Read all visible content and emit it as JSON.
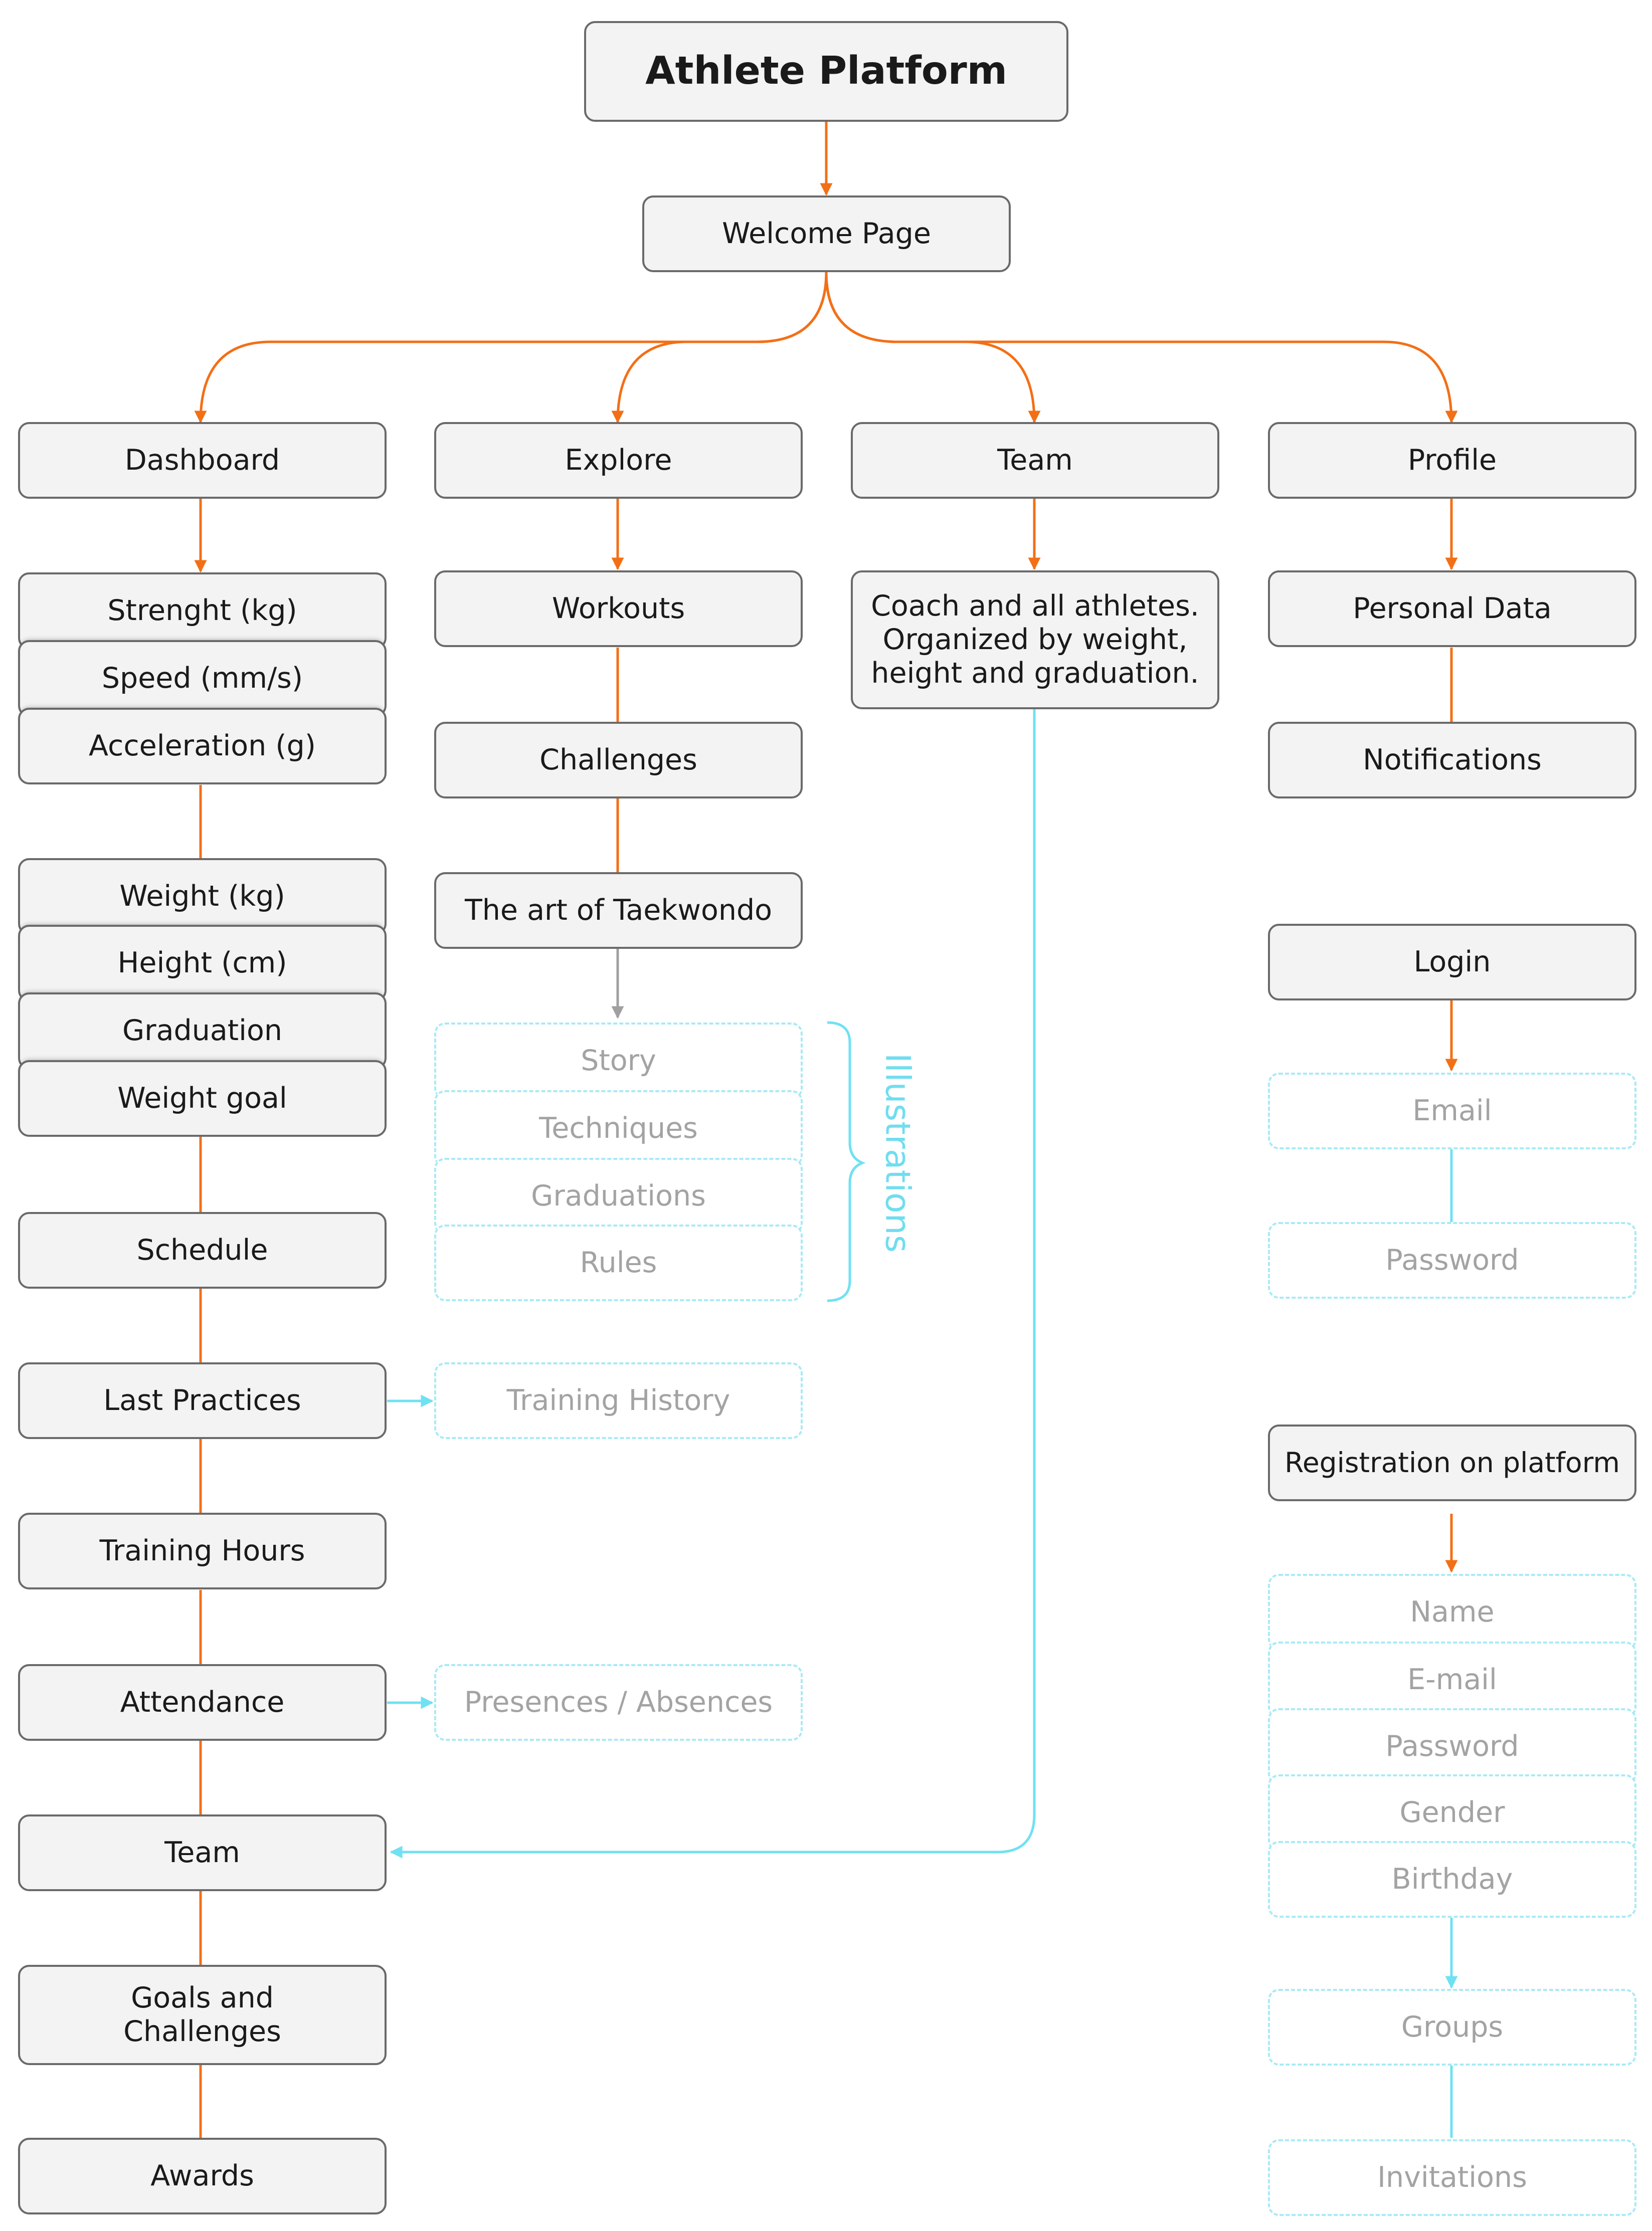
{
  "diagram": {
    "title": "Athlete Platform",
    "welcome": "Welcome Page",
    "columns": {
      "dashboard": {
        "label": "Dashboard",
        "metrics_group_1": [
          "Strenght (kg)",
          "Speed (mm/s)",
          "Acceleration (g)"
        ],
        "metrics_group_2": [
          "Weight (kg)",
          "Height (cm)",
          "Graduation",
          "Weight goal"
        ],
        "schedule": "Schedule",
        "last_practices": "Last Practices",
        "training_hours": "Training Hours",
        "attendance": "Attendance",
        "team": "Team",
        "goals_line1": "Goals and",
        "goals_line2": "Challenges",
        "awards": "Awards"
      },
      "explore": {
        "label": "Explore",
        "workouts": "Workouts",
        "challenges": "Challenges",
        "taekwondo": "The art of Taekwondo",
        "illustrations": [
          "Story",
          "Techniques",
          "Graduations",
          "Rules"
        ],
        "illustrations_label": "Illustrations",
        "training_history": "Training History",
        "presences_absences": "Presences / Absences"
      },
      "team": {
        "label": "Team",
        "description_lines": [
          "Coach and all athletes.",
          "Organized by weight,",
          "height and graduation."
        ]
      },
      "profile": {
        "label": "Profile",
        "personal_data": "Personal Data",
        "notifications": "Notifications",
        "login": "Login",
        "login_fields": [
          "Email",
          "Password"
        ],
        "registration": "Registration on platform",
        "registration_fields": [
          "Name",
          "E-mail",
          "Password",
          "Gender",
          "Birthday"
        ],
        "groups": "Groups",
        "invitations": "Invitations"
      }
    },
    "colors": {
      "primary_connector": "#f36f16",
      "secondary_connector": "#6fe1f3",
      "neutral_connector": "#a0a0a0",
      "node_fill": "#f3f3f3",
      "node_border": "#6a6a6a",
      "ghost_border": "#a8eaf6",
      "ghost_text": "#a3a3a3"
    }
  }
}
